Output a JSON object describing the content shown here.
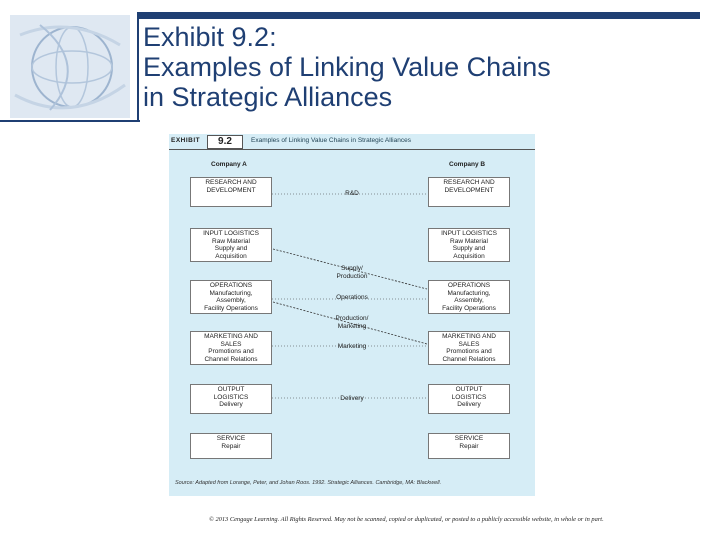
{
  "title": {
    "line1": "Exhibit 9.2:",
    "line2": "Examples of Linking Value Chains",
    "line3": "in Strategic Alliances"
  },
  "exhibit": {
    "label": "EXHIBIT",
    "number": "9.2",
    "subtitle": "Examples of Linking Value Chains in Strategic Alliances",
    "company_a": "Company A",
    "company_b": "Company B",
    "left_boxes": [
      [
        "RESEARCH AND",
        "DEVELOPMENT"
      ],
      [
        "INPUT LOGISTICS",
        "Raw Material",
        "Supply and",
        "Acquisition"
      ],
      [
        "OPERATIONS",
        "Manufacturing,",
        "Assembly,",
        "Facility Operations"
      ],
      [
        "MARKETING AND",
        "SALES",
        "Promotions and",
        "Channel Relations"
      ],
      [
        "OUTPUT",
        "LOGISTICS",
        "Delivery"
      ],
      [
        "SERVICE",
        "Repair"
      ]
    ],
    "right_boxes": [
      [
        "RESEARCH AND",
        "DEVELOPMENT"
      ],
      [
        "INPUT LOGISTICS",
        "Raw Material",
        "Supply and",
        "Acquisition"
      ],
      [
        "OPERATIONS",
        "Manufacturing,",
        "Assembly,",
        "Facility Operations"
      ],
      [
        "MARKETING AND",
        "SALES",
        "Promotions and",
        "Channel Relations"
      ],
      [
        "OUTPUT",
        "LOGISTICS",
        "Delivery"
      ],
      [
        "SERVICE",
        "Repair"
      ]
    ],
    "links": {
      "rd": "R&D",
      "supply": [
        "Supply/",
        "Production"
      ],
      "operations": "Operations",
      "production": [
        "Production/",
        "Marketing"
      ],
      "marketing": "Marketing",
      "delivery": "Delivery"
    },
    "source": "Source: Adapted from Lorange, Peter, and Johan Roos. 1992. Strategic Alliances. Cambridge, MA: Blackwell."
  },
  "copyright": "© 2013 Cengage Learning. All Rights Reserved. May not be scanned, copied or duplicated, or posted to a publicly accessible website, in whole or in part.",
  "colors": {
    "brand": "#1f3f73",
    "exhibit_bg": "#d6edf6"
  }
}
